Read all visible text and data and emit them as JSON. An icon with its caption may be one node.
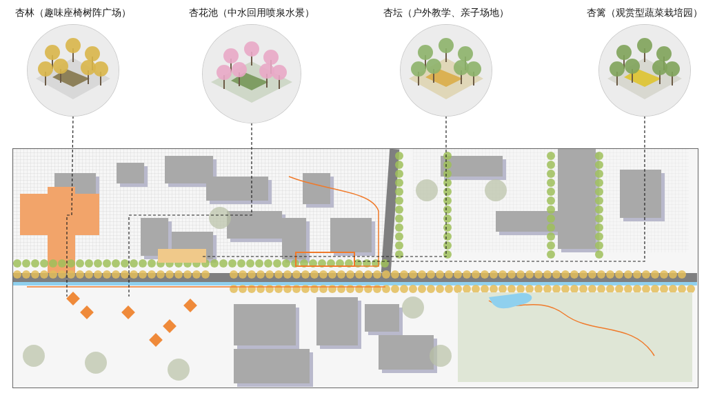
{
  "diagram": {
    "nodes": [
      {
        "text": [
          "杏林（趣味座椅树阵广场）"
        ]
      },
      {
        "text": [
          "杏花池（中水回用喷泉水景）"
        ]
      },
      {
        "text": [
          "杏坛（户外教学、亲子场地）"
        ]
      },
      {
        "text": [
          "杏篱（观赏型蔬菜栽培园）"
        ]
      }
    ],
    "edges": [
      {
        "from": 0,
        "to": null,
        "arrow": "none",
        "style": "dashed"
      },
      {
        "from": 1,
        "to": null,
        "arrow": "none",
        "style": "dashed"
      },
      {
        "from": 2,
        "to": null,
        "arrow": "none",
        "style": "dashed"
      },
      {
        "from": 3,
        "to": null,
        "arrow": "none",
        "style": "dashed"
      }
    ]
  }
}
